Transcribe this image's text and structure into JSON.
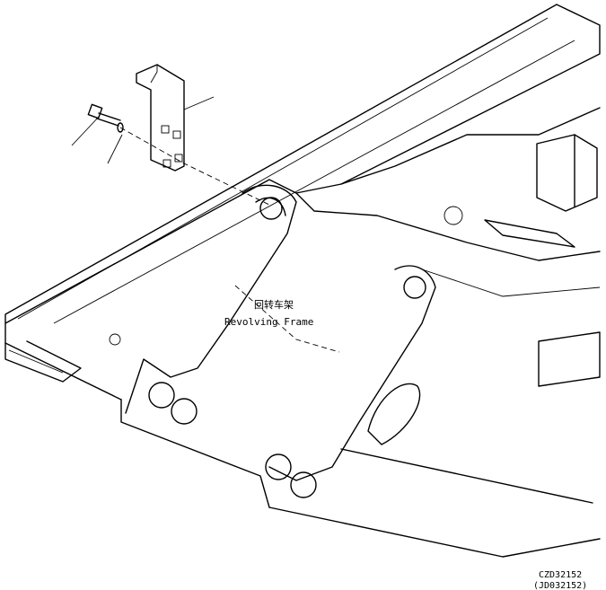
{
  "labels": {
    "part_name_cn": "回转车架",
    "part_name_en": "Revolving Frame"
  },
  "drawing_codes": {
    "primary": "CZD32152",
    "secondary": "(JD032152)"
  }
}
